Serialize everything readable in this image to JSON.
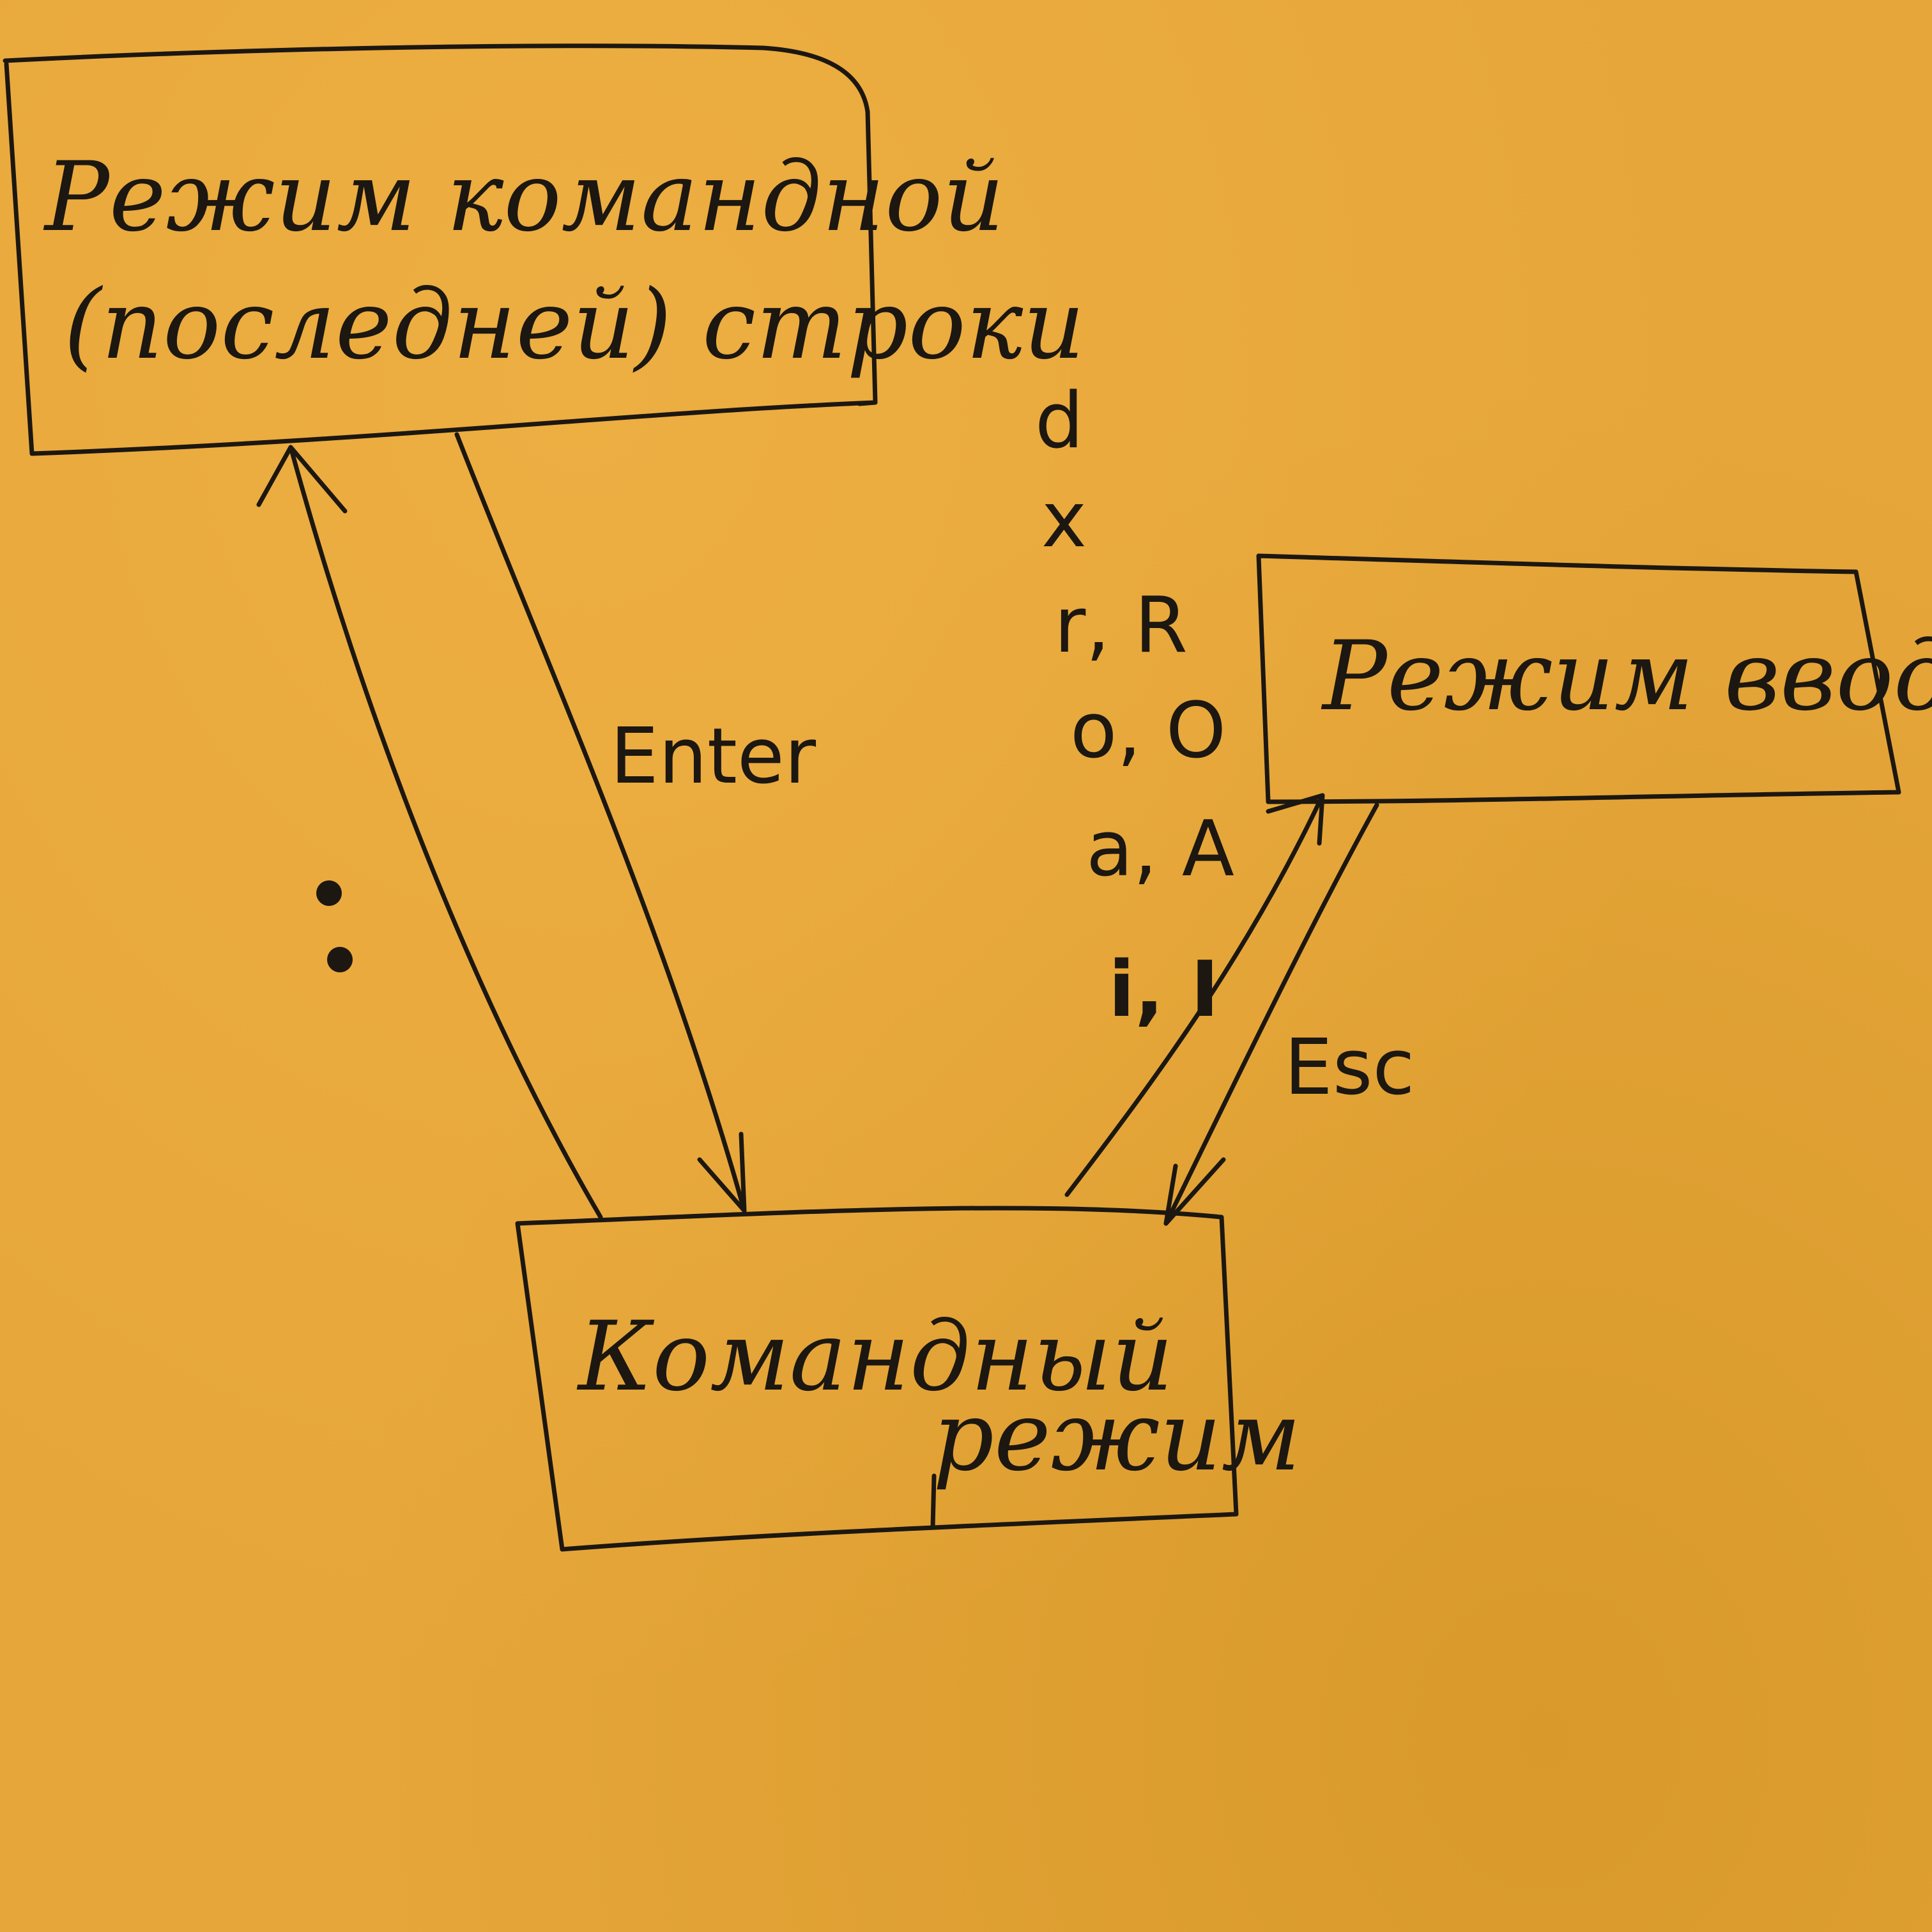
{
  "colors": {
    "paper": "#e6a63a",
    "ink": "#1c1710"
  },
  "nodes": {
    "command_line_mode": {
      "line1": "Режим командной",
      "line2": "(последней) строки"
    },
    "input_mode": {
      "label": "Режим ввода"
    },
    "command_mode": {
      "line1": "Командный",
      "line2": "режим"
    }
  },
  "edges": {
    "to_command_line": {
      "label": ":"
    },
    "to_command_mode_from_line": {
      "label": "Enter"
    },
    "to_command_mode_from_input": {
      "label": "Esc"
    },
    "to_input_mode": {
      "keys": [
        "d",
        "x",
        "r, R",
        "o, O",
        "a, A",
        "i, I"
      ]
    }
  }
}
